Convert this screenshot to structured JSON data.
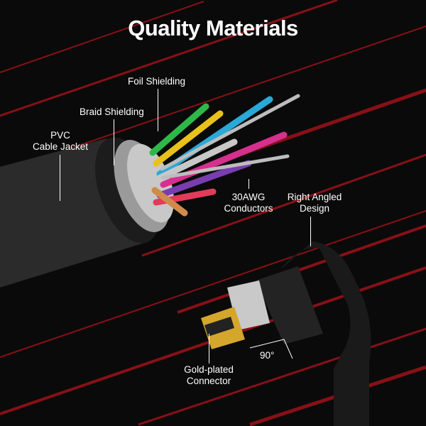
{
  "title": "Quality Materials",
  "labels": {
    "foil": "Foil Shielding",
    "braid": "Braid Shielding",
    "pvc_1": "PVC",
    "pvc_2": "Cable Jacket",
    "awg_1": "30AWG",
    "awg_2": "Conductors",
    "angled_1": "Right Angled",
    "angled_2": "Design",
    "gold_1": "Gold-plated",
    "gold_2": "Connector",
    "angle": "90°"
  },
  "colors": {
    "background": "#0a0a0a",
    "streak": "#b3121b",
    "gold": "#d4a72c",
    "jacket": "#2a2a2a"
  }
}
